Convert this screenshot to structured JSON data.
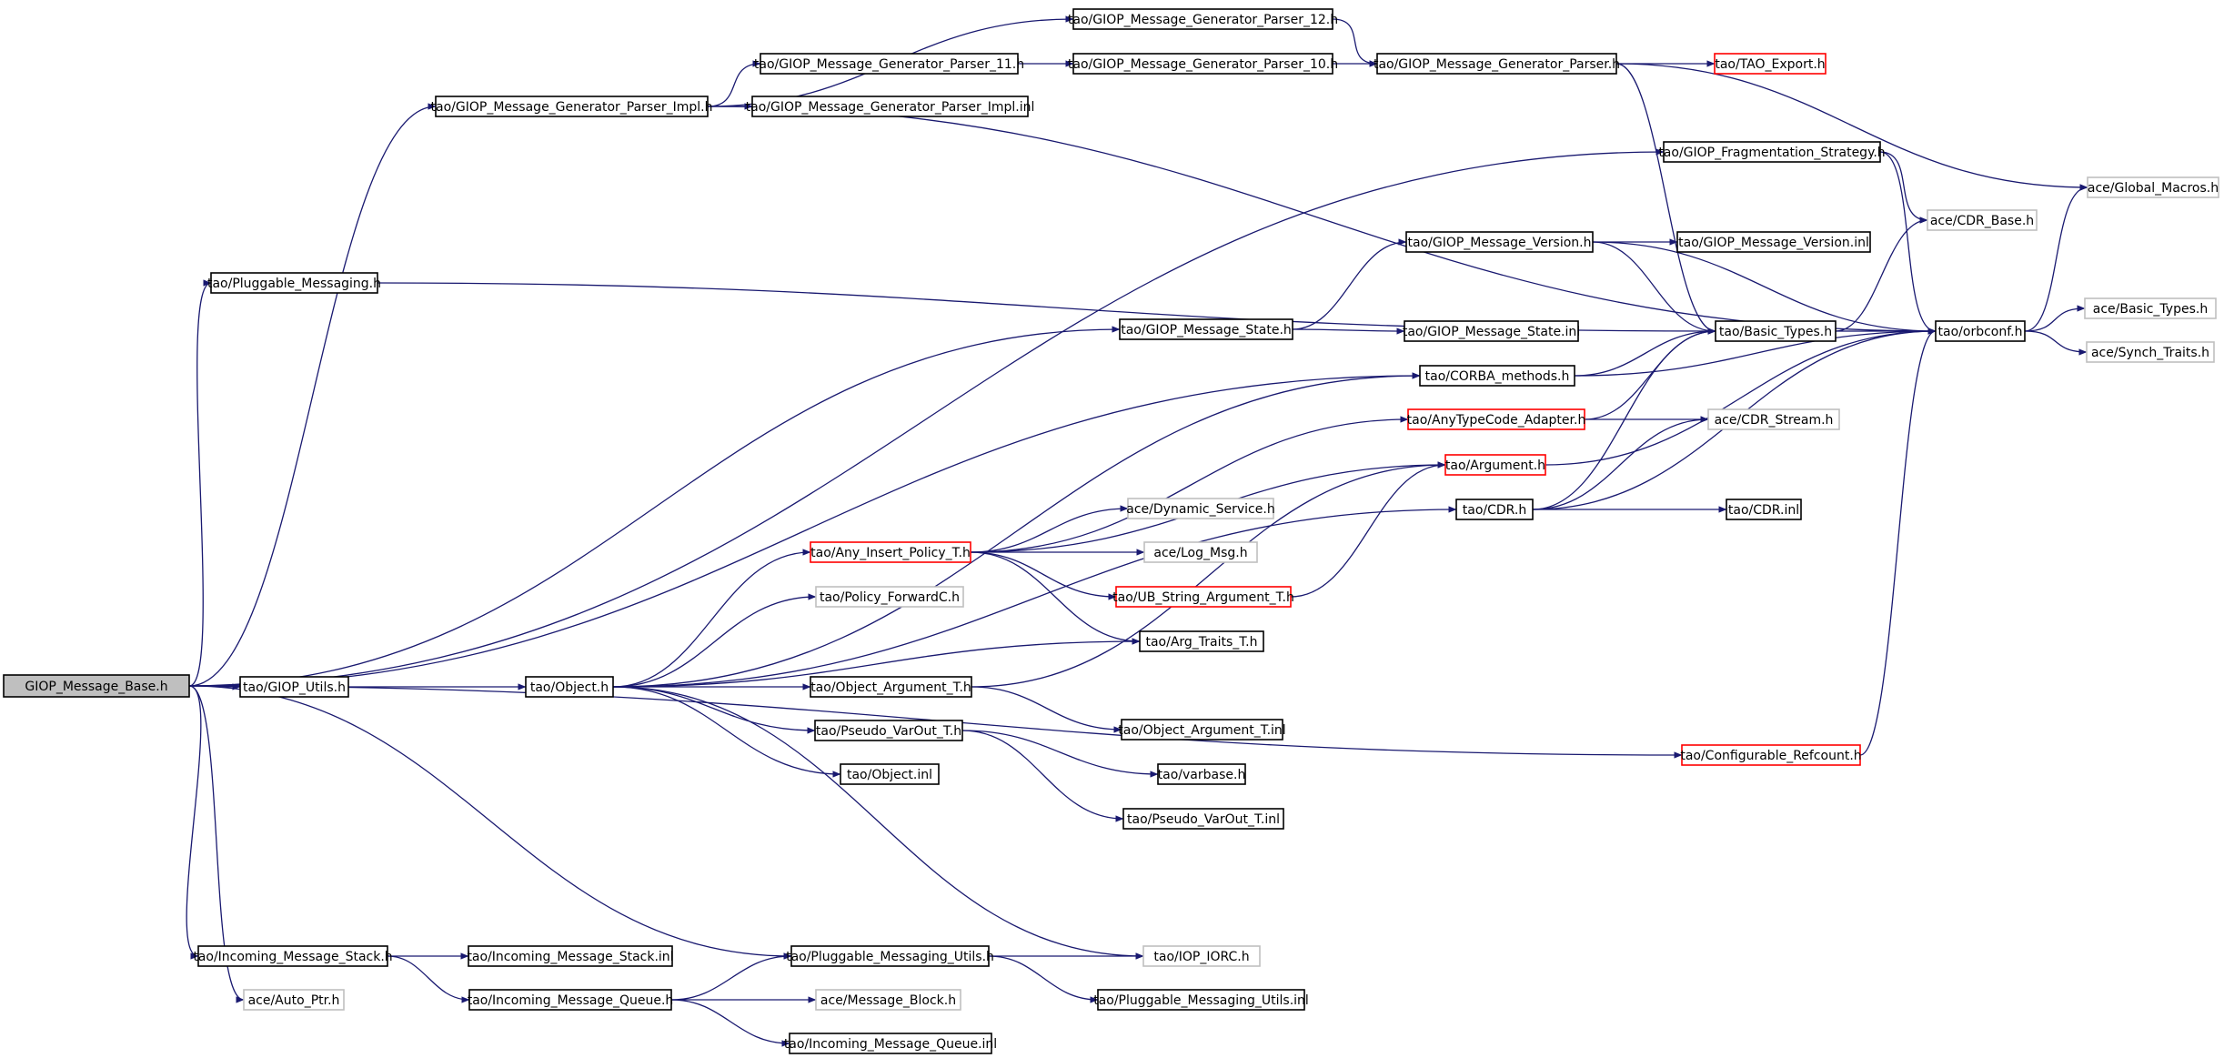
{
  "graph": {
    "colors": {
      "edge": "#191970",
      "root_fill": "#bfbfbf",
      "normal_border": "#000000",
      "incomplete_border": "#ff0000",
      "external_border": "#bfbfbf"
    },
    "nodes": {
      "root": {
        "label": "GIOP_Message_Base.h",
        "kind": "root"
      },
      "parser12": {
        "label": "tao/GIOP_Message_Generator_Parser_12.h",
        "kind": "normal"
      },
      "parser11": {
        "label": "tao/GIOP_Message_Generator_Parser_11.h",
        "kind": "normal"
      },
      "parser10": {
        "label": "tao/GIOP_Message_Generator_Parser_10.h",
        "kind": "normal"
      },
      "parser": {
        "label": "tao/GIOP_Message_Generator_Parser.h",
        "kind": "normal"
      },
      "tao_export": {
        "label": "tao/TAO_Export.h",
        "kind": "incomplete"
      },
      "parser_impl": {
        "label": "tao/GIOP_Message_Generator_Parser_Impl.h",
        "kind": "normal"
      },
      "parser_impl_inl": {
        "label": "tao/GIOP_Message_Generator_Parser_Impl.inl",
        "kind": "normal"
      },
      "frag": {
        "label": "tao/GIOP_Fragmentation_Strategy.h",
        "kind": "normal"
      },
      "global_macros": {
        "label": "ace/Global_Macros.h",
        "kind": "external"
      },
      "cdr_base": {
        "label": "ace/CDR_Base.h",
        "kind": "external"
      },
      "msg_version": {
        "label": "tao/GIOP_Message_Version.h",
        "kind": "normal"
      },
      "msg_version_inl": {
        "label": "tao/GIOP_Message_Version.inl",
        "kind": "normal"
      },
      "pluggable": {
        "label": "tao/Pluggable_Messaging.h",
        "kind": "normal"
      },
      "msg_state": {
        "label": "tao/GIOP_Message_State.h",
        "kind": "normal"
      },
      "msg_state_inl": {
        "label": "tao/GIOP_Message_State.inl",
        "kind": "normal"
      },
      "basic_types": {
        "label": "tao/Basic_Types.h",
        "kind": "normal"
      },
      "orbconf": {
        "label": "tao/orbconf.h",
        "kind": "normal"
      },
      "ace_basic_types": {
        "label": "ace/Basic_Types.h",
        "kind": "external"
      },
      "synch_traits": {
        "label": "ace/Synch_Traits.h",
        "kind": "external"
      },
      "corba_methods": {
        "label": "tao/CORBA_methods.h",
        "kind": "normal"
      },
      "anytype_adapter": {
        "label": "tao/AnyTypeCode_Adapter.h",
        "kind": "incomplete"
      },
      "cdr_stream": {
        "label": "ace/CDR_Stream.h",
        "kind": "external"
      },
      "argument": {
        "label": "tao/Argument.h",
        "kind": "incomplete"
      },
      "cdr": {
        "label": "tao/CDR.h",
        "kind": "normal"
      },
      "cdr_inl": {
        "label": "tao/CDR.inl",
        "kind": "normal"
      },
      "dynamic_service": {
        "label": "ace/Dynamic_Service.h",
        "kind": "external"
      },
      "any_insert": {
        "label": "tao/Any_Insert_Policy_T.h",
        "kind": "incomplete"
      },
      "log_msg": {
        "label": "ace/Log_Msg.h",
        "kind": "external"
      },
      "ub_string": {
        "label": "tao/UB_String_Argument_T.h",
        "kind": "incomplete"
      },
      "policy_forward": {
        "label": "tao/Policy_ForwardC.h",
        "kind": "external"
      },
      "arg_traits": {
        "label": "tao/Arg_Traits_T.h",
        "kind": "normal"
      },
      "giop_utils": {
        "label": "tao/GIOP_Utils.h",
        "kind": "normal"
      },
      "object": {
        "label": "tao/Object.h",
        "kind": "normal"
      },
      "object_argument": {
        "label": "tao/Object_Argument_T.h",
        "kind": "normal"
      },
      "object_argument_inl": {
        "label": "tao/Object_Argument_T.inl",
        "kind": "normal"
      },
      "pseudo_varout": {
        "label": "tao/Pseudo_VarOut_T.h",
        "kind": "normal"
      },
      "varbase": {
        "label": "tao/varbase.h",
        "kind": "normal"
      },
      "object_inl": {
        "label": "tao/Object.inl",
        "kind": "normal"
      },
      "pseudo_varout_inl": {
        "label": "tao/Pseudo_VarOut_T.inl",
        "kind": "normal"
      },
      "configurable_refcount": {
        "label": "tao/Configurable_Refcount.h",
        "kind": "incomplete"
      },
      "incoming_stack": {
        "label": "tao/Incoming_Message_Stack.h",
        "kind": "normal"
      },
      "incoming_stack_inl": {
        "label": "tao/Incoming_Message_Stack.inl",
        "kind": "normal"
      },
      "pluggable_utils": {
        "label": "tao/Pluggable_Messaging_Utils.h",
        "kind": "normal"
      },
      "iop_iorc": {
        "label": "tao/IOP_IORC.h",
        "kind": "external"
      },
      "auto_ptr": {
        "label": "ace/Auto_Ptr.h",
        "kind": "external"
      },
      "incoming_queue": {
        "label": "tao/Incoming_Message_Queue.h",
        "kind": "normal"
      },
      "message_block": {
        "label": "ace/Message_Block.h",
        "kind": "external"
      },
      "pluggable_utils_inl": {
        "label": "tao/Pluggable_Messaging_Utils.inl",
        "kind": "normal"
      },
      "incoming_queue_inl": {
        "label": "tao/Incoming_Message_Queue.inl",
        "kind": "normal"
      }
    },
    "edges": [
      [
        "root",
        "parser_impl"
      ],
      [
        "root",
        "frag"
      ],
      [
        "root",
        "pluggable"
      ],
      [
        "root",
        "msg_state"
      ],
      [
        "root",
        "corba_methods"
      ],
      [
        "root",
        "giop_utils"
      ],
      [
        "root",
        "configurable_refcount"
      ],
      [
        "root",
        "incoming_stack"
      ],
      [
        "root",
        "pluggable_utils"
      ],
      [
        "root",
        "auto_ptr"
      ],
      [
        "parser_impl",
        "parser12"
      ],
      [
        "parser_impl",
        "parser11"
      ],
      [
        "parser_impl",
        "parser_impl_inl"
      ],
      [
        "parser_impl",
        "orbconf"
      ],
      [
        "parser11",
        "parser10"
      ],
      [
        "parser10",
        "parser"
      ],
      [
        "parser12",
        "parser"
      ],
      [
        "parser",
        "tao_export"
      ],
      [
        "parser",
        "global_macros"
      ],
      [
        "parser",
        "basic_types"
      ],
      [
        "frag",
        "cdr_base"
      ],
      [
        "frag",
        "orbconf"
      ],
      [
        "pluggable",
        "basic_types"
      ],
      [
        "msg_state",
        "msg_version"
      ],
      [
        "msg_state",
        "msg_state_inl"
      ],
      [
        "msg_version",
        "msg_version_inl"
      ],
      [
        "msg_version",
        "basic_types"
      ],
      [
        "msg_version",
        "orbconf"
      ],
      [
        "basic_types",
        "cdr_base"
      ],
      [
        "basic_types",
        "orbconf"
      ],
      [
        "orbconf",
        "global_macros"
      ],
      [
        "orbconf",
        "ace_basic_types"
      ],
      [
        "orbconf",
        "synch_traits"
      ],
      [
        "corba_methods",
        "basic_types"
      ],
      [
        "corba_methods",
        "orbconf"
      ],
      [
        "anytype_adapter",
        "basic_types"
      ],
      [
        "anytype_adapter",
        "cdr_stream"
      ],
      [
        "argument",
        "orbconf"
      ],
      [
        "cdr",
        "basic_types"
      ],
      [
        "cdr",
        "cdr_stream"
      ],
      [
        "cdr",
        "cdr_inl"
      ],
      [
        "cdr",
        "orbconf"
      ],
      [
        "any_insert",
        "anytype_adapter"
      ],
      [
        "any_insert",
        "argument"
      ],
      [
        "any_insert",
        "dynamic_service"
      ],
      [
        "any_insert",
        "log_msg"
      ],
      [
        "any_insert",
        "ub_string"
      ],
      [
        "any_insert",
        "arg_traits"
      ],
      [
        "ub_string",
        "argument"
      ],
      [
        "giop_utils",
        "object"
      ],
      [
        "object",
        "corba_methods"
      ],
      [
        "object",
        "any_insert"
      ],
      [
        "object",
        "policy_forward"
      ],
      [
        "object",
        "arg_traits"
      ],
      [
        "object",
        "object_argument"
      ],
      [
        "object",
        "pseudo_varout"
      ],
      [
        "object",
        "object_inl"
      ],
      [
        "object",
        "cdr"
      ],
      [
        "object",
        "iop_iorc"
      ],
      [
        "object_argument",
        "argument"
      ],
      [
        "object_argument",
        "object_argument_inl"
      ],
      [
        "pseudo_varout",
        "varbase"
      ],
      [
        "pseudo_varout",
        "pseudo_varout_inl"
      ],
      [
        "configurable_refcount",
        "orbconf"
      ],
      [
        "incoming_stack",
        "incoming_stack_inl"
      ],
      [
        "incoming_stack",
        "incoming_queue"
      ],
      [
        "pluggable_utils",
        "iop_iorc"
      ],
      [
        "pluggable_utils",
        "pluggable_utils_inl"
      ],
      [
        "incoming_queue",
        "pluggable_utils"
      ],
      [
        "incoming_queue",
        "message_block"
      ],
      [
        "incoming_queue",
        "incoming_queue_inl"
      ]
    ]
  }
}
